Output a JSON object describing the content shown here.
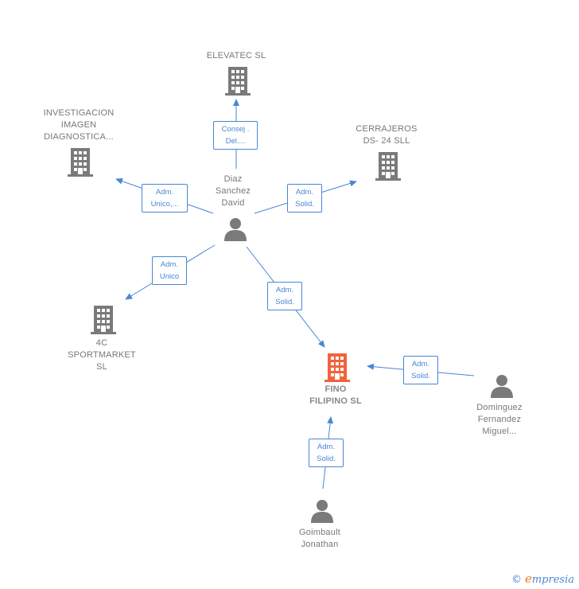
{
  "colors": {
    "edge": "#4a86d4",
    "building": "#7a7a7a",
    "building_main": "#f0643c",
    "person": "#7a7a7a"
  },
  "nodes": {
    "elevatec": {
      "lines": [
        "ELEVATEC  SL"
      ],
      "icon": "building-icon"
    },
    "investigacion": {
      "lines": [
        "INVESTIGACION",
        "IMAGEN",
        "DIAGNOSTICA..."
      ],
      "icon": "building-icon"
    },
    "cerrajeros": {
      "lines": [
        "CERRAJEROS",
        "DS- 24 SLL"
      ],
      "icon": "building-icon"
    },
    "diaz": {
      "lines": [
        "Diaz",
        "Sanchez",
        "David"
      ],
      "icon": "person-icon"
    },
    "sportmarket": {
      "lines": [
        "4C",
        "SPORTMARKET",
        "SL"
      ],
      "icon": "building-icon"
    },
    "fino": {
      "lines": [
        "FINO",
        "FILIPINO  SL"
      ],
      "icon": "building-icon"
    },
    "dominguez": {
      "lines": [
        "Dominguez",
        "Fernandez",
        "Miguel..."
      ],
      "icon": "person-icon"
    },
    "goimbault": {
      "lines": [
        "Goimbault",
        "Jonathan"
      ],
      "icon": "person-icon"
    }
  },
  "edges": {
    "diaz_elevatec": [
      "Consej .",
      "Del...."
    ],
    "diaz_investigacion": [
      "Adm.",
      "Unico,..."
    ],
    "diaz_cerrajeros": [
      "Adm.",
      "Solid."
    ],
    "diaz_sportmarket": [
      "Adm.",
      "Unico"
    ],
    "diaz_fino": [
      "Adm.",
      "Solid."
    ],
    "dominguez_fino": [
      "Adm.",
      "Solid."
    ],
    "goimbault_fino": [
      "Adm.",
      "Solid."
    ]
  },
  "brand": {
    "copyright": "©",
    "first_letter": "e",
    "rest": "mpresia"
  }
}
